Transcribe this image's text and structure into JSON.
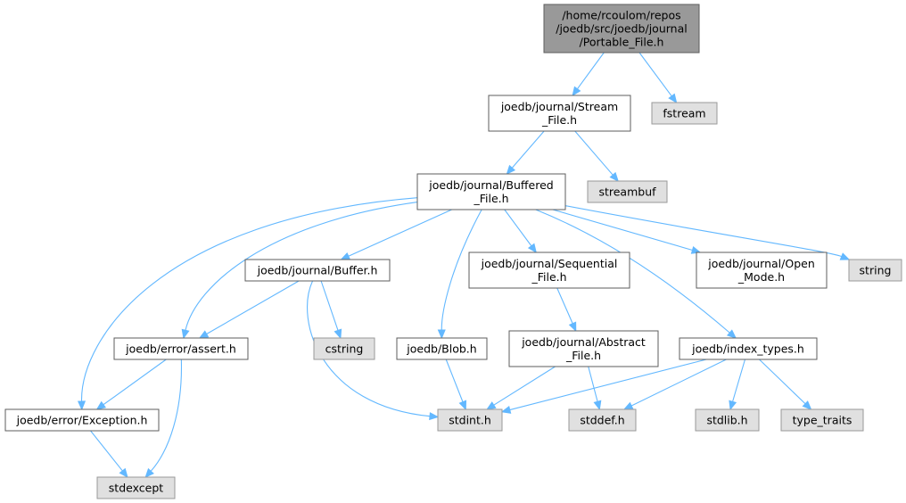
{
  "graph": {
    "nodes": {
      "portable_file": {
        "lines": [
          "/home/rcoulom/repos",
          "/joedb/src/joedb/journal",
          "/Portable_File.h"
        ],
        "kind": "root"
      },
      "fstream": {
        "lines": [
          "fstream"
        ],
        "kind": "sys"
      },
      "stream_file": {
        "lines": [
          "joedb/journal/Stream",
          "_File.h"
        ],
        "kind": "file"
      },
      "streambuf": {
        "lines": [
          "streambuf"
        ],
        "kind": "sys"
      },
      "buffered_file": {
        "lines": [
          "joedb/journal/Buffered",
          "_File.h"
        ],
        "kind": "file"
      },
      "buffer": {
        "lines": [
          "joedb/journal/Buffer.h"
        ],
        "kind": "file"
      },
      "sequential_file": {
        "lines": [
          "joedb/journal/Sequential",
          "_File.h"
        ],
        "kind": "file"
      },
      "open_mode": {
        "lines": [
          "joedb/journal/Open",
          "_Mode.h"
        ],
        "kind": "file"
      },
      "string": {
        "lines": [
          "string"
        ],
        "kind": "sys"
      },
      "assert": {
        "lines": [
          "joedb/error/assert.h"
        ],
        "kind": "file"
      },
      "cstring": {
        "lines": [
          "cstring"
        ],
        "kind": "sys"
      },
      "blob": {
        "lines": [
          "joedb/Blob.h"
        ],
        "kind": "file"
      },
      "abstract_file": {
        "lines": [
          "joedb/journal/Abstract",
          "_File.h"
        ],
        "kind": "file"
      },
      "index_types": {
        "lines": [
          "joedb/index_types.h"
        ],
        "kind": "file"
      },
      "exception": {
        "lines": [
          "joedb/error/Exception.h"
        ],
        "kind": "file"
      },
      "stdint": {
        "lines": [
          "stdint.h"
        ],
        "kind": "sys"
      },
      "stddef": {
        "lines": [
          "stddef.h"
        ],
        "kind": "sys"
      },
      "stdlib": {
        "lines": [
          "stdlib.h"
        ],
        "kind": "sys"
      },
      "type_traits": {
        "lines": [
          "type_traits"
        ],
        "kind": "sys"
      },
      "stdexcept": {
        "lines": [
          "stdexcept"
        ],
        "kind": "sys"
      }
    },
    "edges": [
      [
        "portable_file",
        "stream_file"
      ],
      [
        "portable_file",
        "fstream"
      ],
      [
        "stream_file",
        "buffered_file"
      ],
      [
        "stream_file",
        "streambuf"
      ],
      [
        "buffered_file",
        "buffer"
      ],
      [
        "buffered_file",
        "assert"
      ],
      [
        "buffered_file",
        "exception"
      ],
      [
        "buffered_file",
        "blob"
      ],
      [
        "buffered_file",
        "sequential_file"
      ],
      [
        "buffered_file",
        "open_mode"
      ],
      [
        "buffered_file",
        "string"
      ],
      [
        "buffered_file",
        "index_types"
      ],
      [
        "buffer",
        "assert"
      ],
      [
        "buffer",
        "cstring"
      ],
      [
        "buffer",
        "stdint"
      ],
      [
        "assert",
        "exception"
      ],
      [
        "assert",
        "stdexcept"
      ],
      [
        "exception",
        "stdexcept"
      ],
      [
        "blob",
        "stdint"
      ],
      [
        "sequential_file",
        "abstract_file"
      ],
      [
        "abstract_file",
        "stdint"
      ],
      [
        "abstract_file",
        "stddef"
      ],
      [
        "index_types",
        "stdint"
      ],
      [
        "index_types",
        "stddef"
      ],
      [
        "index_types",
        "stdlib"
      ],
      [
        "index_types",
        "type_traits"
      ]
    ],
    "colors": {
      "edge": "#63b8ff",
      "root_fill": "#999999",
      "file_fill": "#ffffff",
      "system_fill": "#e0e0e0"
    }
  }
}
